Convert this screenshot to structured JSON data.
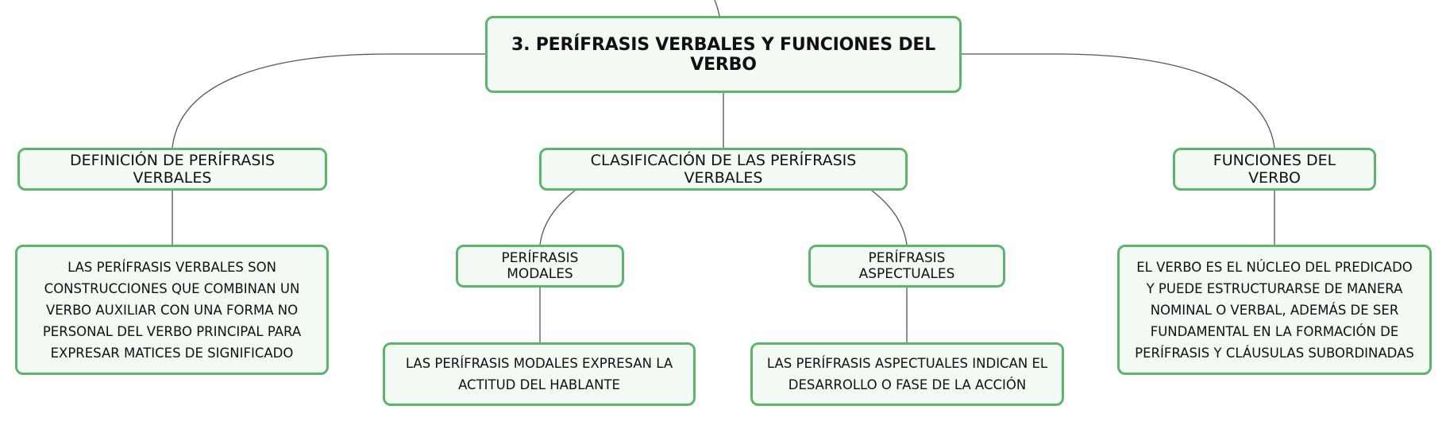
{
  "diagram": {
    "root": {
      "label": "3. PERÍFRASIS VERBALES Y FUNCIONES DEL VERBO"
    },
    "definicion": {
      "label": "DEFINICIÓN DE PERÍFRASIS VERBALES",
      "description": "LAS PERÍFRASIS VERBALES SON CONSTRUCCIONES QUE COMBINAN UN VERBO AUXILIAR CON UNA FORMA NO PERSONAL DEL VERBO PRINCIPAL PARA EXPRESAR MATICES DE SIGNIFICADO"
    },
    "clasificacion": {
      "label": "CLASIFICACIÓN DE LAS PERÍFRASIS VERBALES",
      "modales": {
        "label": "PERÍFRASIS MODALES",
        "description": "LAS PERÍFRASIS MODALES EXPRESAN LA ACTITUD DEL HABLANTE"
      },
      "aspectuales": {
        "label": "PERÍFRASIS ASPECTUALES",
        "description": "LAS PERÍFRASIS ASPECTUALES INDICAN EL DESARROLLO O FASE DE LA ACCIÓN"
      }
    },
    "funciones": {
      "label": "FUNCIONES DEL VERBO",
      "description": "EL VERBO ES EL NÚCLEO DEL PREDICADO Y PUEDE ESTRUCTURARSE DE MANERA NOMINAL O VERBAL, ADEMÁS DE SER FUNDAMENTAL EN LA FORMACIÓN DE PERÍFRASIS Y CLÁUSULAS SUBORDINADAS"
    }
  },
  "colors": {
    "node_border": "#5ab66a",
    "node_fill": "#f2faf3",
    "connector": "#555555",
    "text": "#111111"
  }
}
